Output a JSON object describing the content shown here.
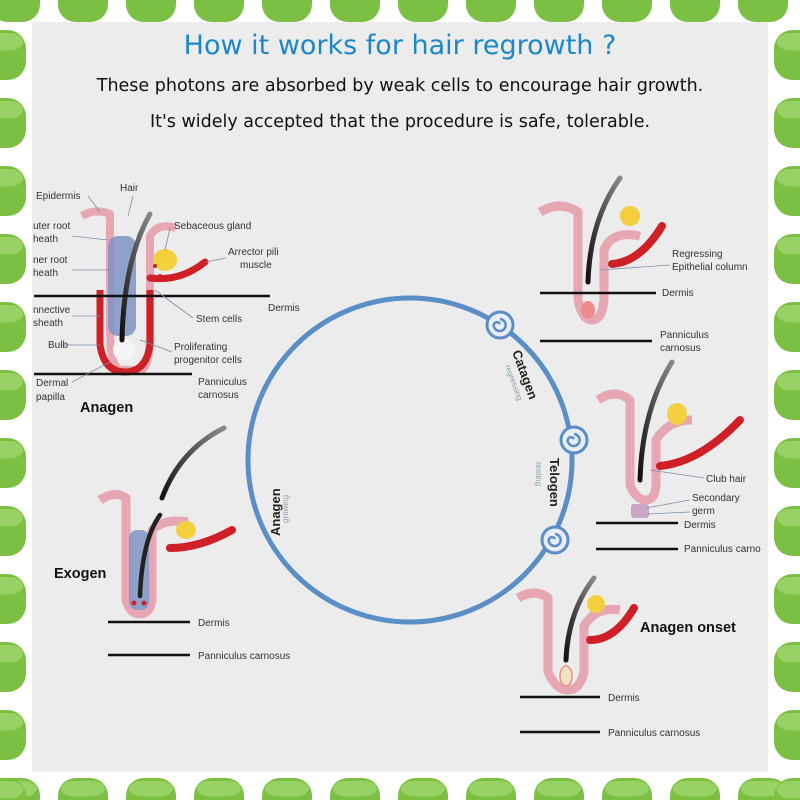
{
  "header": {
    "title": "How it works for hair regrowth ?",
    "line1": "These photons are absorbed by weak cells to encourage hair growth.",
    "line2": "It's widely accepted that the procedure is safe, tolerable."
  },
  "colors": {
    "title_blue": "#1c87c8",
    "tile_green": "#7cc043",
    "cycle_blue": "#5b8ec7",
    "follicle_pink": "#e6a7b3",
    "muscle_red": "#cf2027",
    "gland_yellow": "#f4d03f",
    "hair_dark": "#2b2b2b"
  },
  "labels": {
    "epidermis": "Epidermis",
    "hair": "Hair",
    "outer_root_1": "uter root",
    "outer_root_2": "heath",
    "inner_root_1": "ner root",
    "inner_root_2": "heath",
    "sebaceous": "Sebaceous gland",
    "arrector_1": "Arrector pili",
    "arrector_2": "muscle",
    "dermis": "Dermis",
    "connective_1": "nnective",
    "connective_2": "sheath",
    "stem_cells": "Stem cells",
    "bulb": "Bulb",
    "prolif_1": "Proliferating",
    "prolif_2": "progenitor cells",
    "dermal_1": "Dermal",
    "dermal_2": "papilla",
    "panniculus_1": "Panniculus",
    "panniculus_2": "carnosus",
    "regressing_1": "Regressing",
    "regressing_2": "Epithelial column",
    "club_hair": "Club hair",
    "secondary_1": "Secondary",
    "secondary_2": "germ",
    "panniculus_carnosus": "Panniculus carnosus",
    "panniculus_cut": "Panniculus carno"
  },
  "stages": {
    "anagen": "Anagen",
    "exogen": "Exogen",
    "anagen_onset": "Anagen onset"
  },
  "cycle": {
    "catagen": "Catagen",
    "catagen_sub": "regressing",
    "telogen": "Telogen",
    "telogen_sub": "resting",
    "anagen": "Anagen",
    "anagen_sub": "growing"
  }
}
